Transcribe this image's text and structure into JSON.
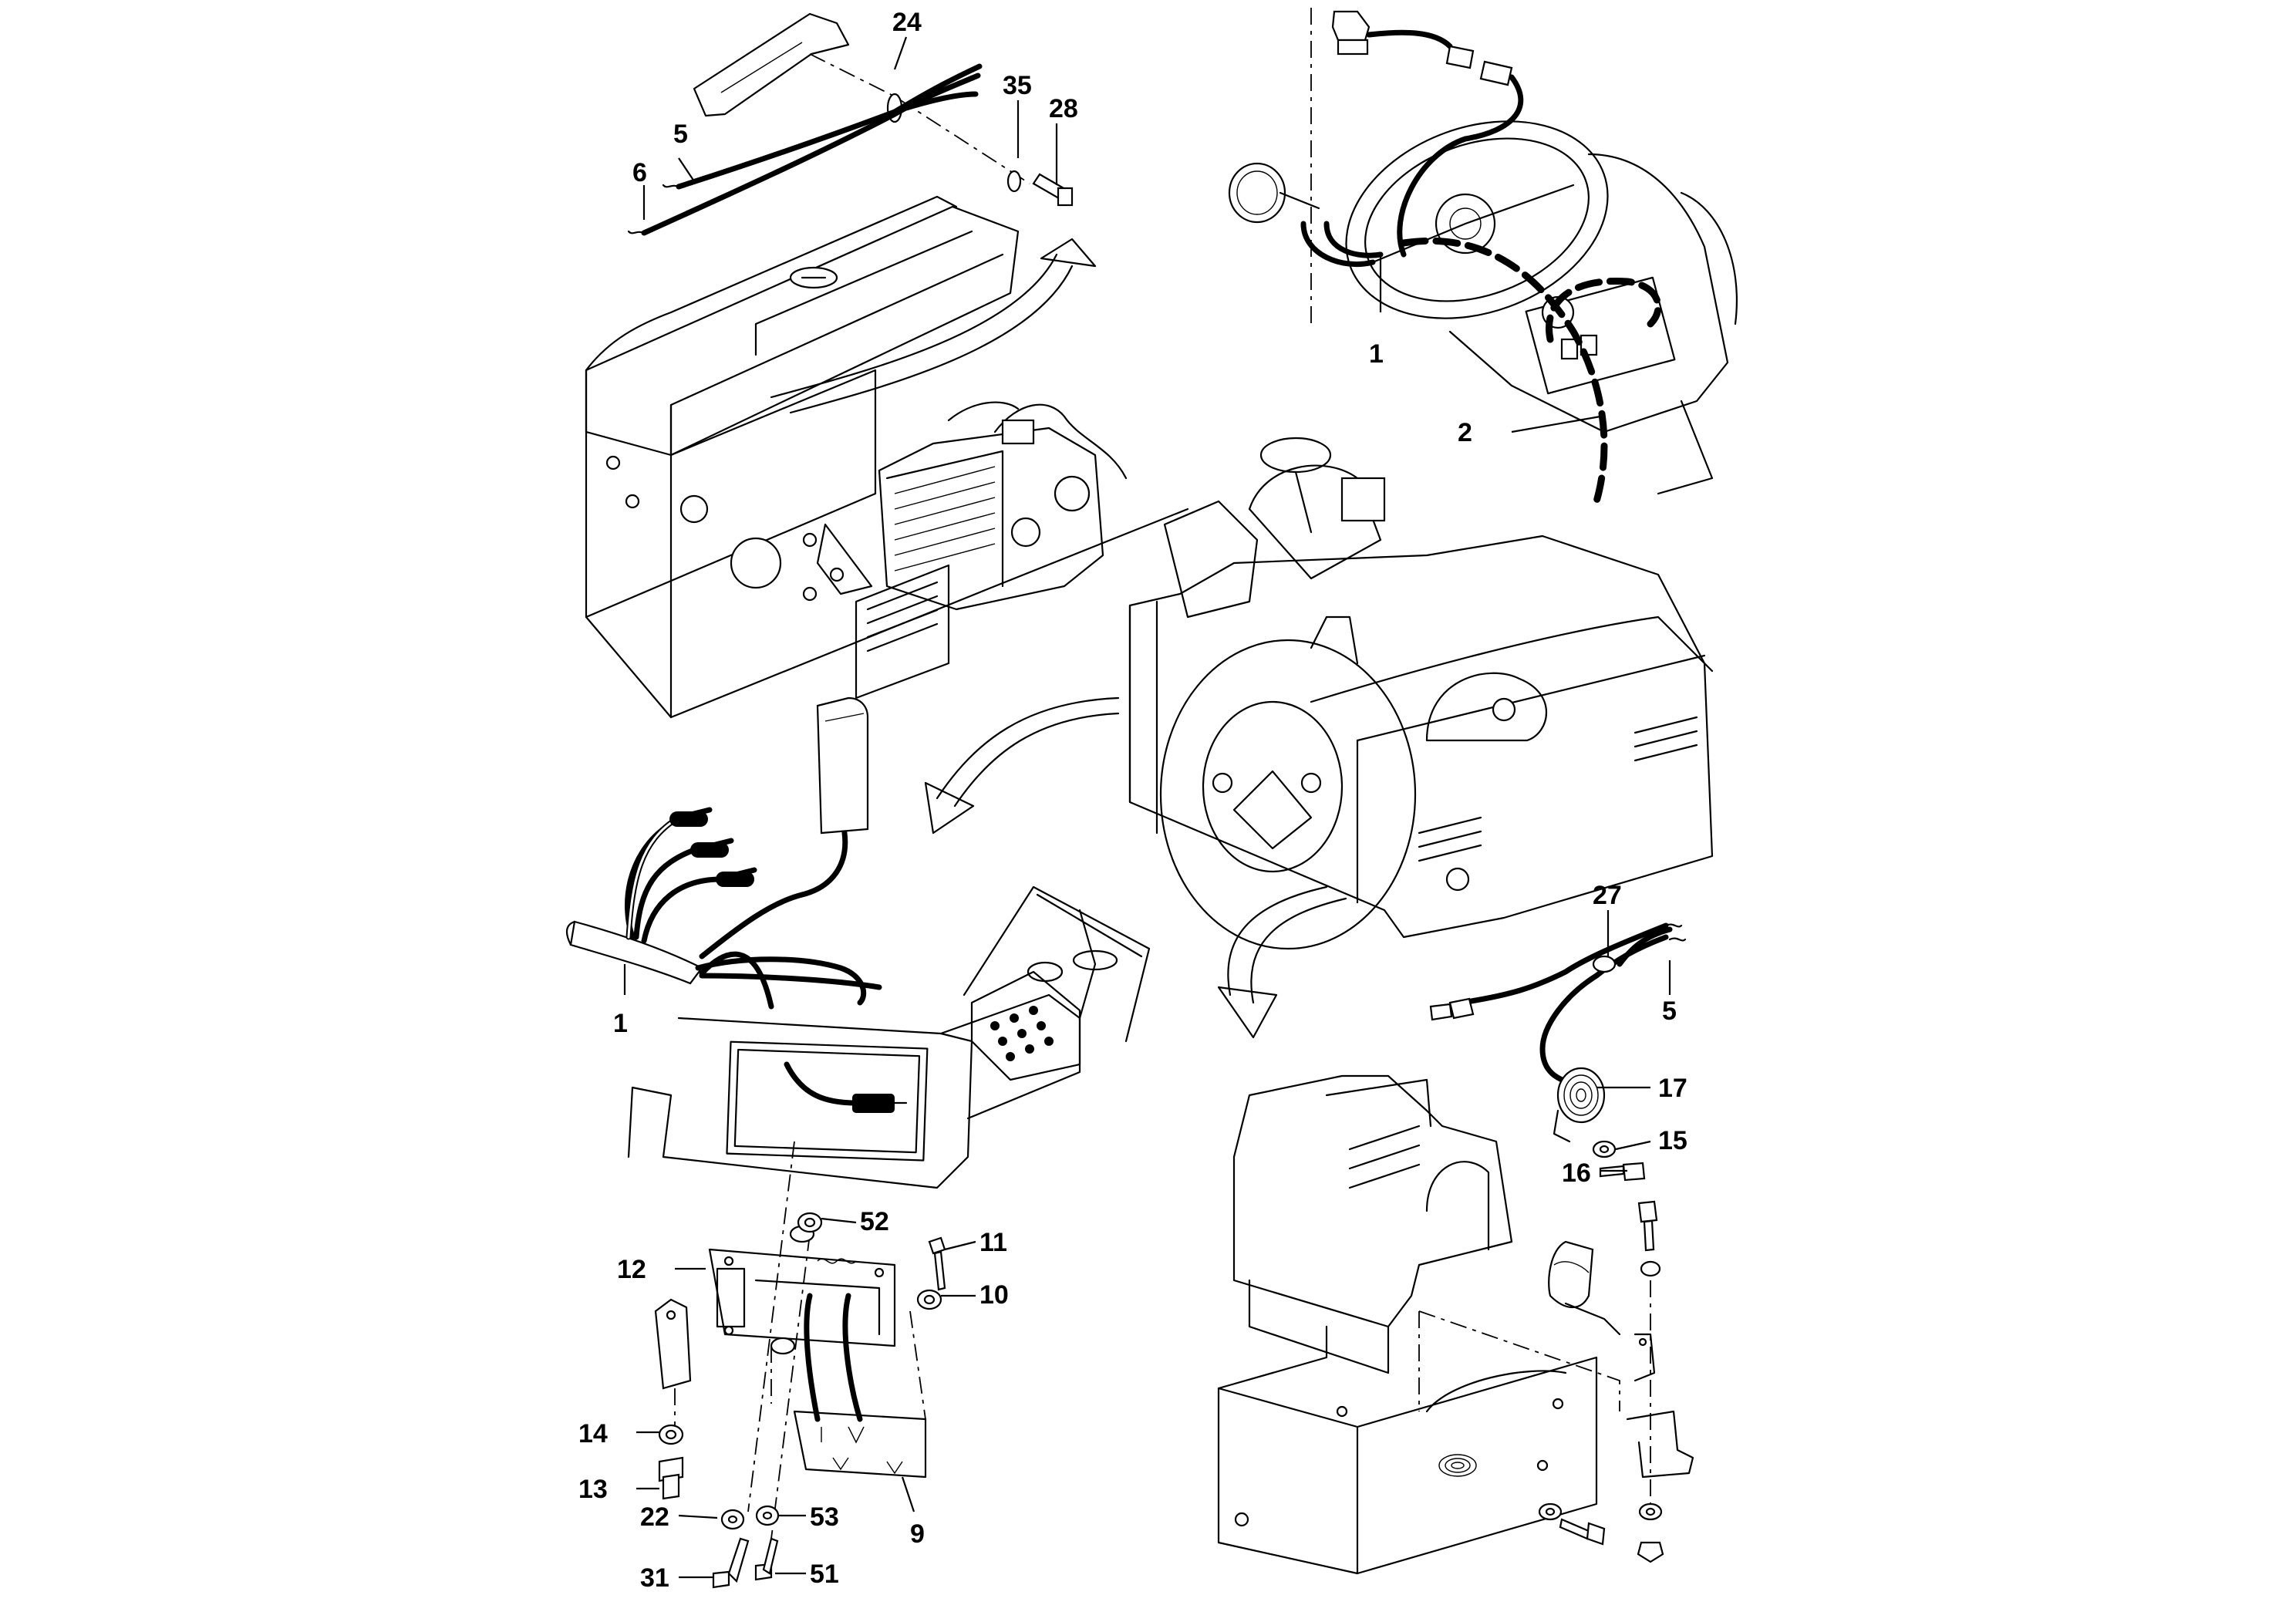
{
  "diagram": {
    "callouts": {
      "top_left": [
        "24",
        "35",
        "28",
        "5",
        "6"
      ],
      "top_right": [
        "1",
        "2"
      ],
      "bottom_left": [
        "1",
        "52",
        "11",
        "12",
        "10",
        "14",
        "13",
        "22",
        "53",
        "9",
        "31",
        "51"
      ],
      "bottom_right": [
        "27",
        "5",
        "17",
        "15",
        "16"
      ]
    }
  }
}
